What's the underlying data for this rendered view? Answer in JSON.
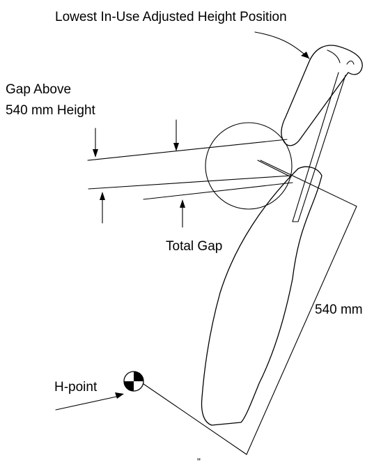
{
  "labels": {
    "top": "Lowest In-Use Adjusted Height Position",
    "gap_above_line1": "Gap Above",
    "gap_above_line2": "540 mm Height",
    "total_gap": "Total Gap",
    "length": "540 mm",
    "h_point": "H-point",
    "bottom_mark": "\""
  }
}
